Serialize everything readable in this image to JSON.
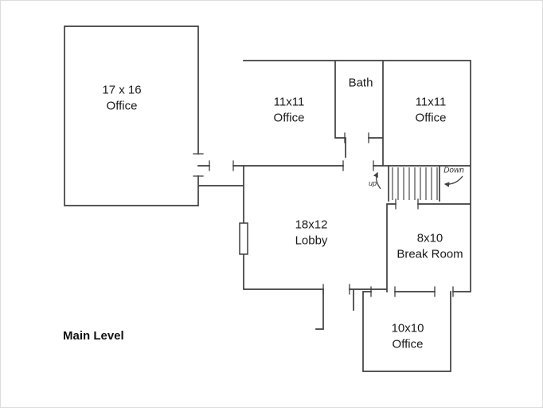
{
  "page": {
    "title": "Main Level"
  },
  "floorplan": {
    "rooms": {
      "office_large": {
        "size": "17 x 16",
        "name": "Office"
      },
      "office_mid": {
        "size": "11x11",
        "name": "Office"
      },
      "bath": {
        "name": "Bath"
      },
      "office_right": {
        "size": "11x11",
        "name": "Office"
      },
      "lobby": {
        "size": "18x12",
        "name": "Lobby"
      },
      "break_room": {
        "size": "8x10",
        "name": "Break Room"
      },
      "office_bottom": {
        "size": "10x10",
        "name": "Office"
      }
    },
    "stairs": {
      "up_label": "up",
      "down_label": "Down"
    },
    "colors": {
      "line": "#3f3f3f",
      "background": "#ffffff",
      "text": "#1a1a1a"
    }
  }
}
